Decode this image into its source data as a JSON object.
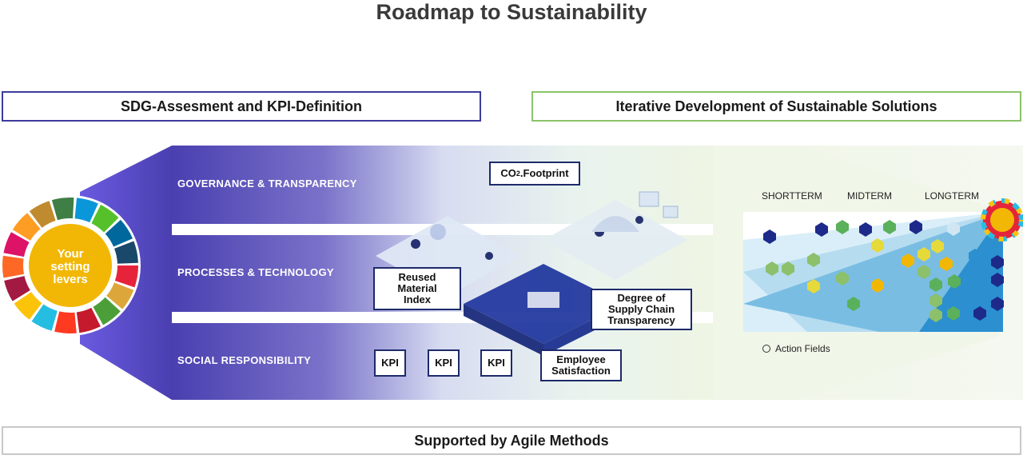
{
  "title": "Roadmap to Sustainability",
  "headers": {
    "left": "SDG-Assesment and KPI-Definition",
    "right": "Iterative Development of Sustainable Solutions"
  },
  "footer": "Supported by Agile Methods",
  "wheel": {
    "line1": "Your",
    "line2": "setting",
    "line3": "levers"
  },
  "rows": [
    "GOVERNANCE & TRANSPARENCY",
    "PROCESSES & TECHNOLOGY",
    "SOCIAL RESPONSIBILITY"
  ],
  "boxes": {
    "co2_main": "CO",
    "co2_sub": "2",
    "co2_rest": ".Footprint",
    "reused": "Reused Material Index",
    "supply": "Degree of Supply Chain Transparency",
    "employee": "Employee Satisfaction",
    "kpi": [
      "KPI",
      "KPI",
      "KPI"
    ]
  },
  "terms": [
    "SHORTTERM",
    "MIDTERM",
    "LONGTERM"
  ],
  "legend": "Action Fields",
  "colors": {
    "left_header_border": "#3c3c9c",
    "right_header_border": "#8bc46a",
    "band_dark": "#4a3fb0",
    "sdg_center": "#f2b705"
  }
}
